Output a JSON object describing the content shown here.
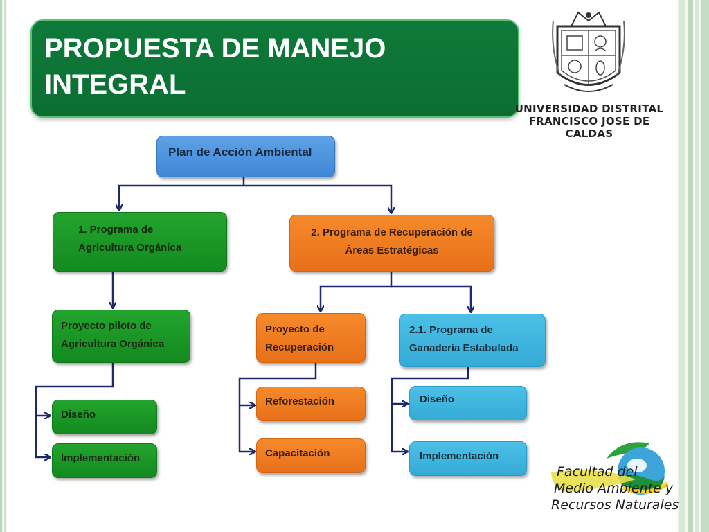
{
  "title": "PROPUESTA DE MANEJO\nINTEGRAL",
  "university": {
    "name": "UNIVERSIDAD DISTRITAL\nFRANCISCO JOSE DE CALDAS"
  },
  "faculty": {
    "line1": "Facultad del",
    "line2": "Medio Ambiente y",
    "line3": "Recursos Naturales"
  },
  "diagram": {
    "root": "Plan de Acción Ambiental",
    "program1": "1.  Programa de\n     Agricultura Orgánica",
    "program2": "2. Programa de Recuperación de\nÁreas Estratégicas",
    "pilot": "Proyecto piloto de\nAgricultura Orgánica",
    "pilot_children": [
      "Diseño",
      "Implementación"
    ],
    "recovery": "Proyecto de\nRecuperación",
    "recovery_children": [
      "Reforestación",
      "Capacitación"
    ],
    "livestock": "2.1. Programa de\nGanadería Estabulada",
    "livestock_children": [
      "Diseño",
      "Implementación"
    ]
  },
  "colors": {
    "root": "#4a8fdc",
    "green": "#1a9a26",
    "orange": "#f07d22",
    "cyan": "#3db6e0",
    "title_bar": "#0c7436",
    "connector": "#1c2a6b"
  }
}
